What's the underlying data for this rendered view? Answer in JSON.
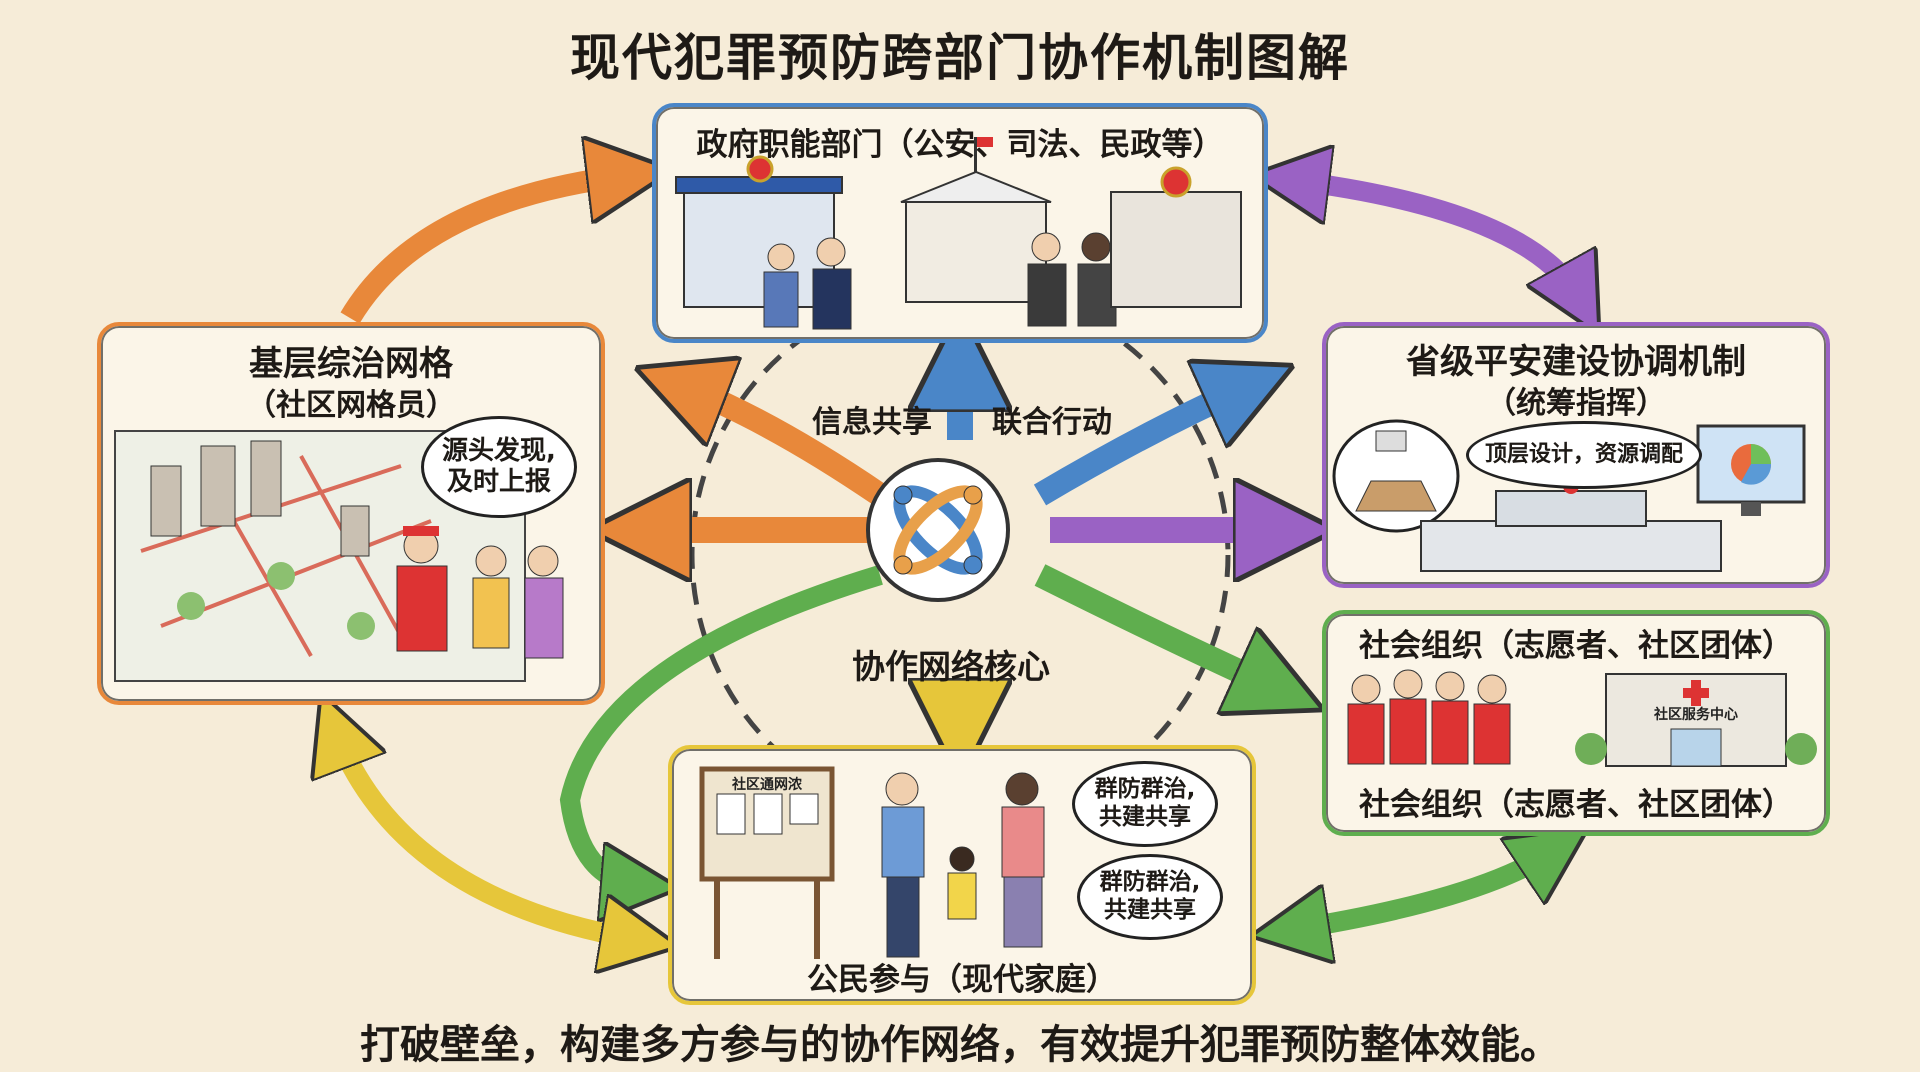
{
  "title": "现代犯罪预防跨部门协作机制图解",
  "government": {
    "title": "政府职能部门（公安、司法、民政等）"
  },
  "grassroots": {
    "title": "基层综治网格",
    "subtitle": "（社区网格员）",
    "bubble": [
      "源头发现,",
      "及时上报"
    ]
  },
  "provincial": {
    "title": "省级平安建设协调机制",
    "subtitle": "（统筹指挥）",
    "bubble": "顶层设计，资源调配"
  },
  "social_org": {
    "title": "社会组织（志愿者、社区团体）",
    "caption": "社会组织（志愿者、社区团体）",
    "building_sign": "社区服务中心"
  },
  "citizens": {
    "title": "公民参与（现代家庭）",
    "board_title": "社区通网浓",
    "bubble1": [
      "群防群治,",
      "共建共享"
    ],
    "bubble2": [
      "群防群治,",
      "共建共享"
    ]
  },
  "core": {
    "label": "协作网络核心",
    "left_label": "信息共享",
    "right_label": "联合行动"
  },
  "footer": "打破壁垒，构建多方参与的协作网络，有效提升犯罪预防整体效能。",
  "colors": {
    "blue": "#4a86c8",
    "orange": "#e8883a",
    "purple": "#9a62c4",
    "green": "#5fae4e",
    "yellow": "#e6c63a",
    "background": "#f6ecd8"
  }
}
